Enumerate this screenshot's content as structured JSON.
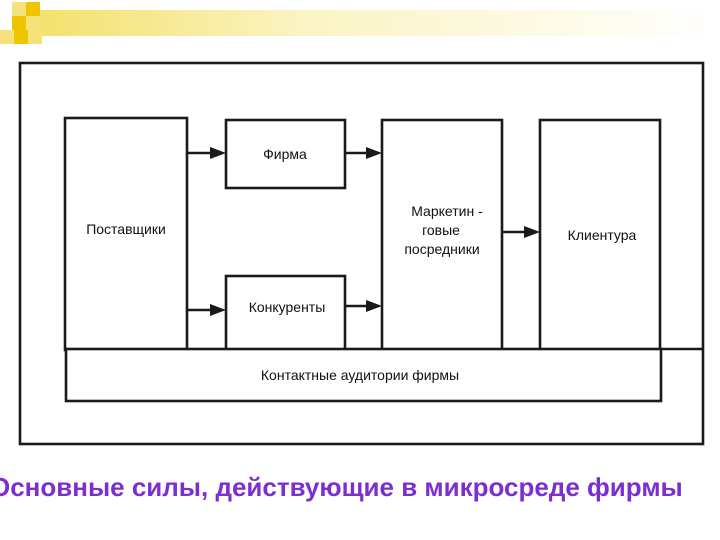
{
  "diagram": {
    "suppliers": "Поставщики",
    "firm": "Фирма",
    "competitors": "Конкуренты",
    "intermediaries_line1": "Маркетин -",
    "intermediaries_line2": "говые",
    "intermediaries_line3": "посредники",
    "clients": "Клиентура",
    "contact_audiences": "Контактные аудитории фирмы"
  },
  "caption": "Основные силы, действующие в микросреде фирмы",
  "colors": {
    "caption": "#7b2fd0",
    "accent_square": "#f0c400",
    "accent_light": "#f6e27a"
  }
}
